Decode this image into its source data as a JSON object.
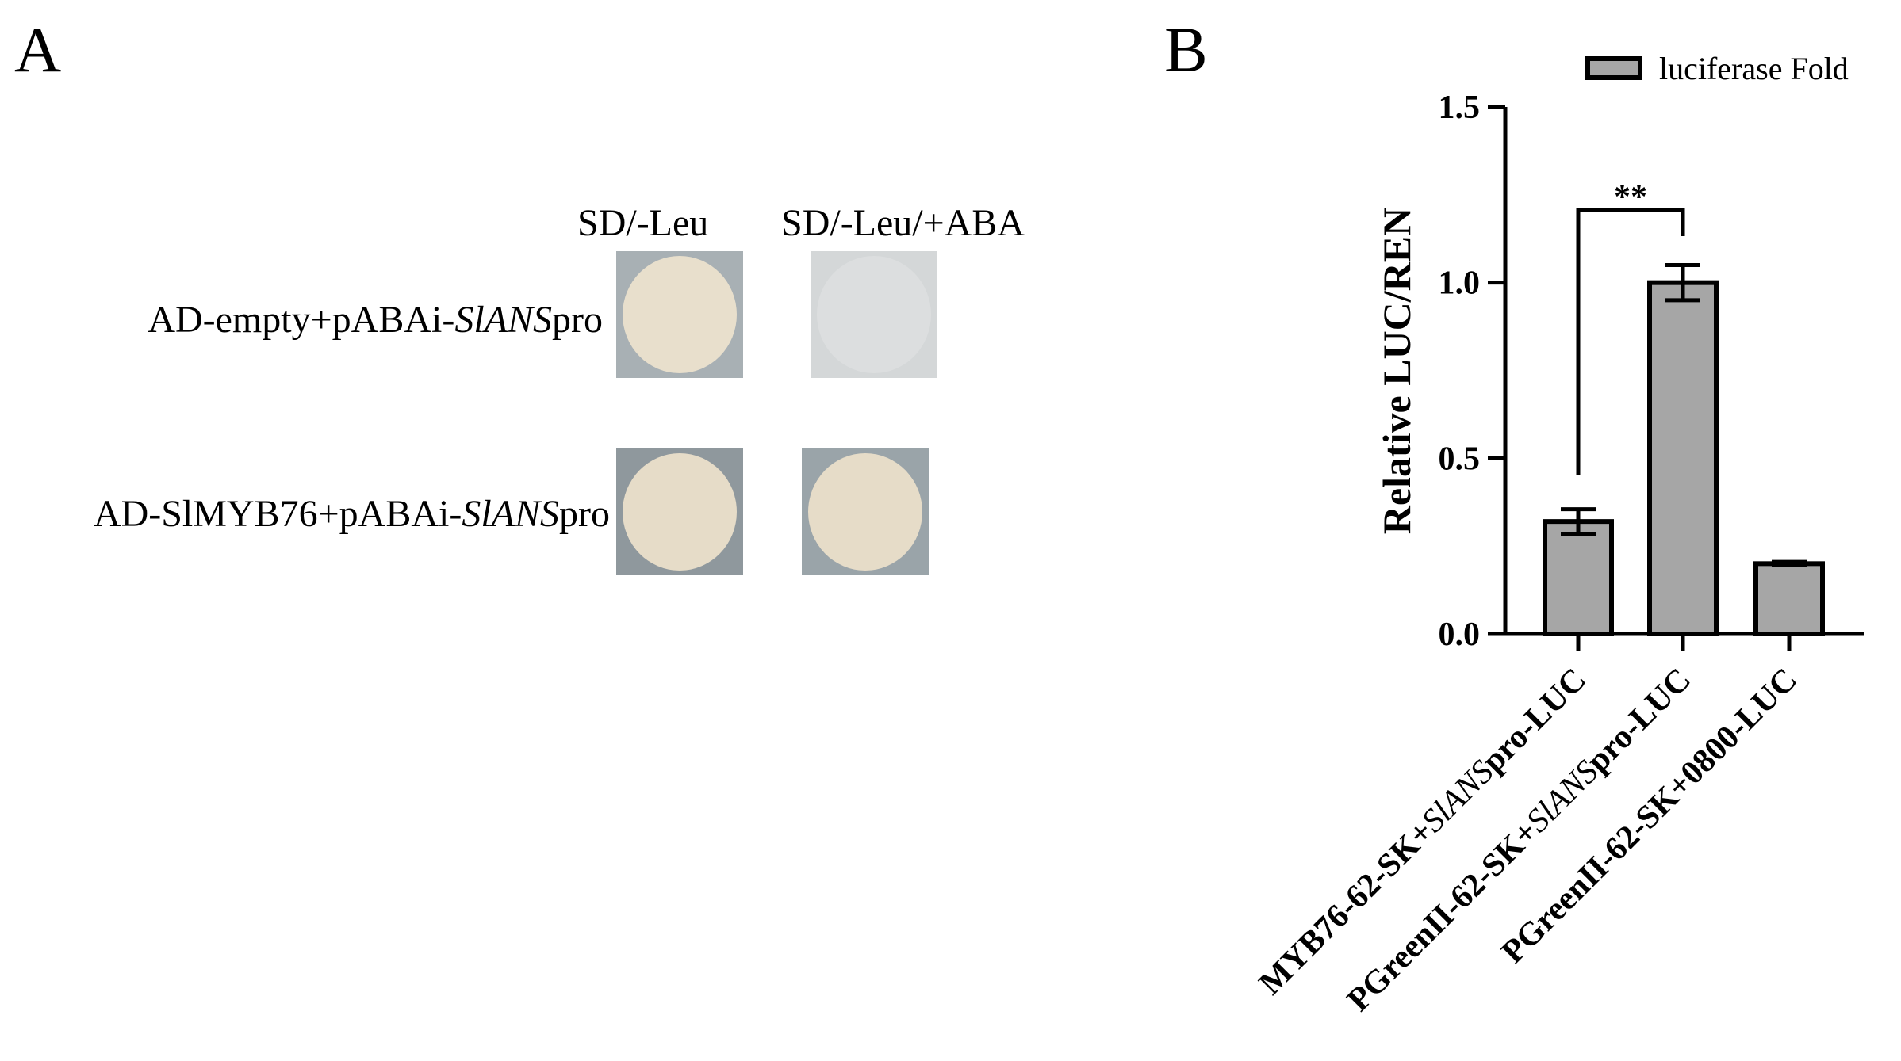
{
  "panel_a": {
    "letter": "A",
    "columns": [
      "SD/-Leu",
      "SD/-Leu/+ABA"
    ],
    "rows": [
      {
        "prefix": "AD-empty+pABAi-",
        "italic": "SlANS",
        "suffix": "pro",
        "growth": [
          "growth",
          "no growth"
        ]
      },
      {
        "prefix": "AD-SlMYB76+pABAi-",
        "italic": "SlANS",
        "suffix": "pro",
        "growth": [
          "growth",
          "growth"
        ]
      }
    ]
  },
  "panel_b": {
    "letter": "B"
  },
  "chart_data": {
    "type": "bar",
    "categories": [
      {
        "prefix": "MYB76-62-SK+",
        "italic": "SlANS",
        "suffix": "pro-LUC"
      },
      {
        "prefix": "PGreenII-62-SK+",
        "italic": "SlANS",
        "suffix": "pro-LUC"
      },
      {
        "prefix": "PGreenII-62-SK+0800-LUC",
        "italic": "",
        "suffix": ""
      }
    ],
    "series": [
      {
        "name": "luciferase Fold",
        "values": [
          0.32,
          1.0,
          0.2
        ],
        "errors": [
          0.035,
          0.05,
          0.005
        ],
        "color": "#a6a6a6"
      }
    ],
    "ylabel": "Relative LUC/REN",
    "xlabel": "",
    "ylim": [
      0.0,
      1.5
    ],
    "yticks": [
      "0.0",
      "0.5",
      "1.0",
      "1.5"
    ],
    "significance": [
      {
        "between": [
          0,
          1
        ],
        "label": "**"
      }
    ],
    "legend": "top-right",
    "grid": false
  },
  "colors": {
    "plate_background": "#9aa3a8",
    "colony": "#e6dcc8",
    "empty_plate": "#d9dbdc",
    "bar_fill": "#a6a6a6",
    "bar_stroke": "#000000"
  }
}
